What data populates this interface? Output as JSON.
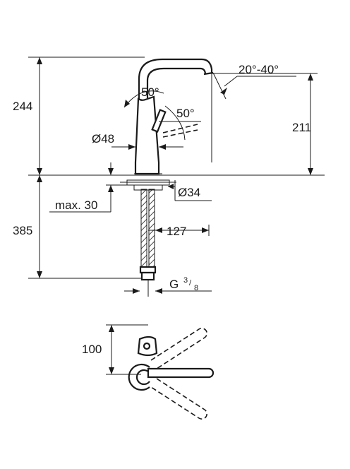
{
  "dimensions": {
    "total_height": "244",
    "spout_height": "211",
    "below_deck": "385",
    "max_deck": "max. 30",
    "body_diameter": "Ø48",
    "hole_diameter": "Ø34",
    "hose_offset": "127",
    "thread_prefix": "G",
    "thread_num": "3",
    "thread_den": "8",
    "spout_angle": "20°-40°",
    "lever_angle_top": "50°",
    "lever_angle_side": "50°",
    "top_view_depth": "100"
  },
  "colors": {
    "ink": "#1a1a1a",
    "background": "#ffffff"
  }
}
